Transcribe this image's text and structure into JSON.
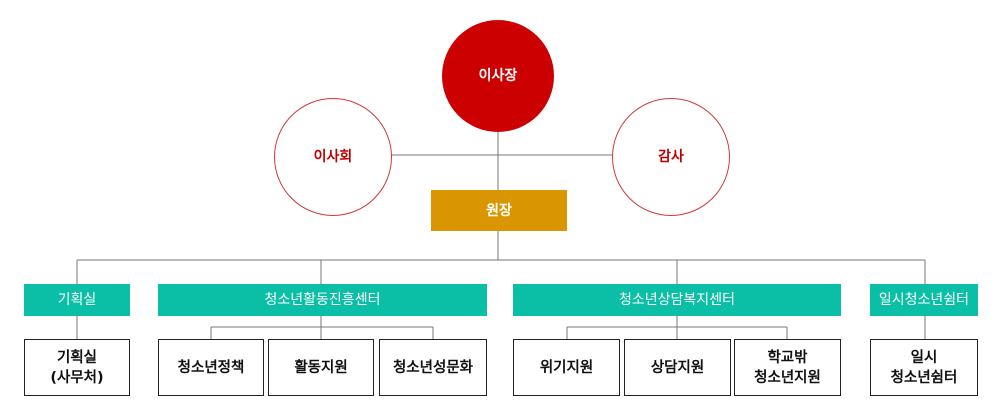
{
  "chairman": "이사장",
  "board": "이사회",
  "auditor": "감사",
  "director": "원장",
  "departments": [
    {
      "name": "기획실",
      "units": [
        "기획실\n(사무처)"
      ]
    },
    {
      "name": "청소년활동진흥센터",
      "units": [
        "청소년정책",
        "활동지원",
        "청소년성문화"
      ]
    },
    {
      "name": "청소년상담복지센터",
      "units": [
        "위기지원",
        "상담지원",
        "학교밖\n청소년지원"
      ]
    },
    {
      "name": "일시청소년쉼터",
      "units": [
        "일시\n청소년쉼터"
      ]
    }
  ],
  "colors": {
    "chairman_fill": "#cc0000",
    "circle_outline": "#d13a3a",
    "director_fill": "#d99600",
    "department_fill": "#0bbfa6",
    "line": "#777777"
  }
}
